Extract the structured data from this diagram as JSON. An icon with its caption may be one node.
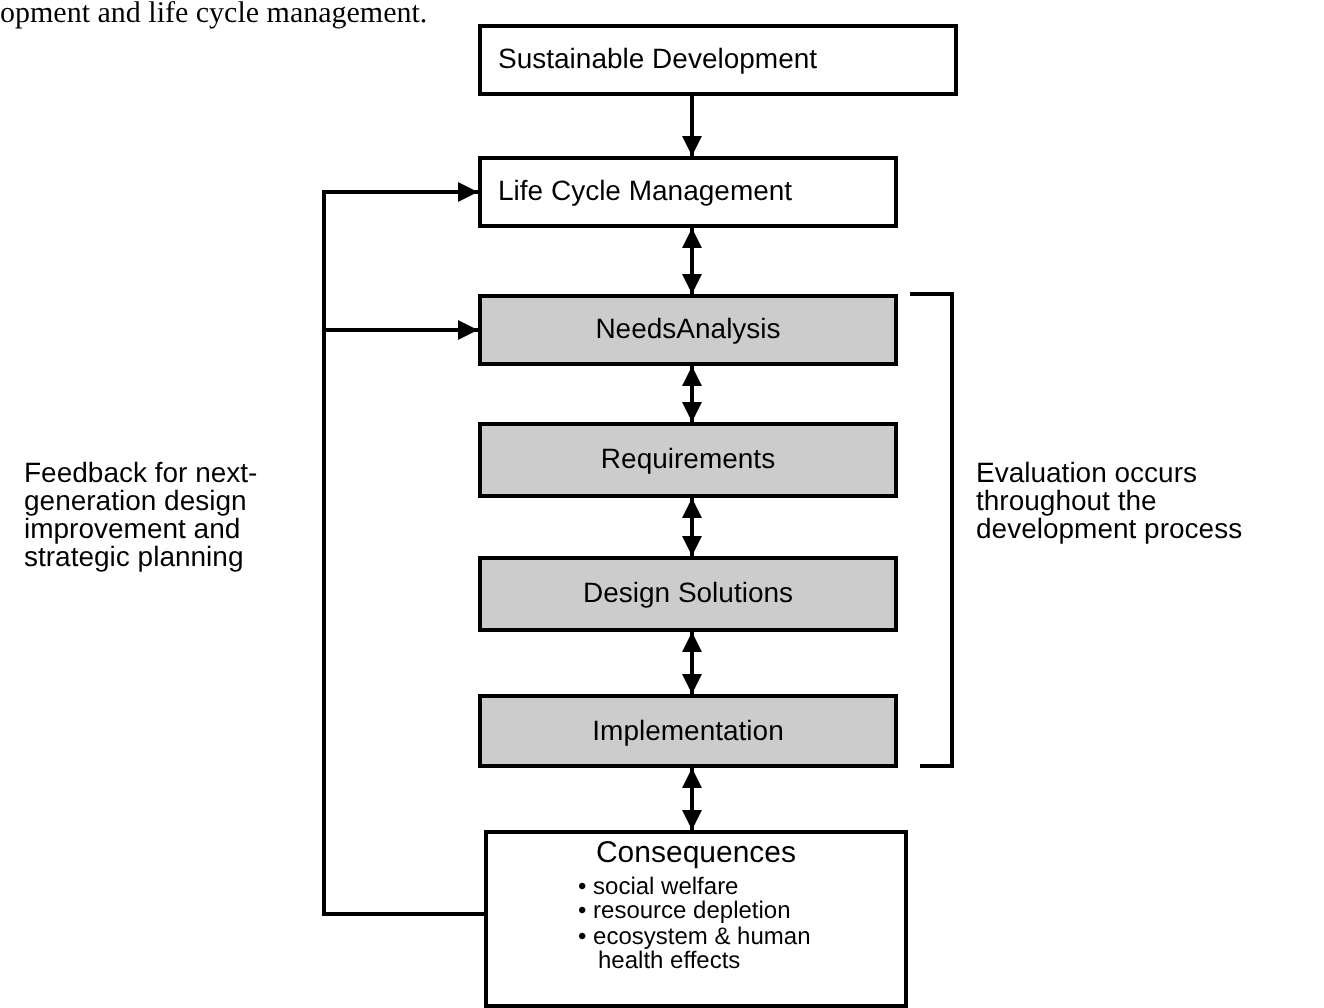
{
  "diagram": {
    "nodes": [
      {
        "text": [
          "Sustainable Development"
        ]
      },
      {
        "text": [
          "Life Cycle Management"
        ]
      },
      {
        "text": [
          "NeedsAnalysis"
        ]
      },
      {
        "text": [
          "Requirements"
        ]
      },
      {
        "text": [
          "Design Solutions"
        ]
      },
      {
        "text": [
          "Implementation"
        ]
      },
      {
        "text": [
          "Consequences",
          "• social welfare",
          "• resource depletion",
          "• ecosystem & human health effects"
        ]
      }
    ],
    "edges": [
      {
        "from": 0,
        "to": 1,
        "arrow": "to"
      },
      {
        "from": 1,
        "to": 2,
        "arrow": "both"
      },
      {
        "from": 2,
        "to": 3,
        "arrow": "both"
      },
      {
        "from": 3,
        "to": 4,
        "arrow": "both"
      },
      {
        "from": 4,
        "to": 5,
        "arrow": "both"
      },
      {
        "from": 5,
        "to": 6,
        "arrow": "both"
      },
      {
        "from": 6,
        "to": 1,
        "arrow": "to"
      },
      {
        "from": 6,
        "to": 2,
        "arrow": "to"
      }
    ],
    "labels": [
      "opment and life cycle management.",
      "Feedback for next-generation design improvement and strategic planning",
      "Evaluation occurs throughout the development process"
    ]
  }
}
